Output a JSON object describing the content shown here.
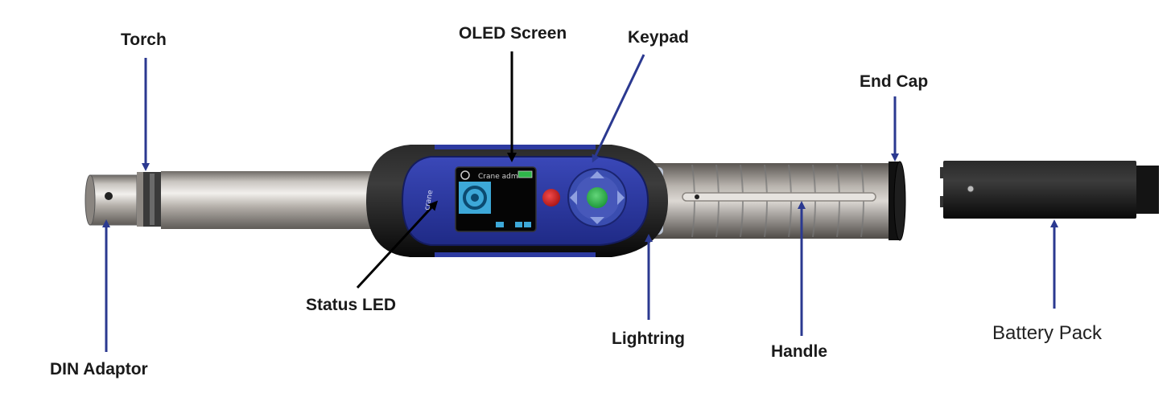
{
  "labels": {
    "torch": "Torch",
    "oled_screen": "OLED Screen",
    "keypad": "Keypad",
    "end_cap": "End Cap",
    "din_adaptor": "DIN Adaptor",
    "status_led": "Status LED",
    "lightring": "Lightring",
    "handle": "Handle",
    "battery_pack": "Battery Pack"
  },
  "device": {
    "brand_text": "crane",
    "screen_title": "Crane adm",
    "gear_icon": "settings-gear-icon"
  },
  "colors": {
    "arrow_blue": "#2b3990",
    "device_blue": "#2d3aa0",
    "led_red": "#d8262a",
    "key_green": "#2fb54a"
  }
}
